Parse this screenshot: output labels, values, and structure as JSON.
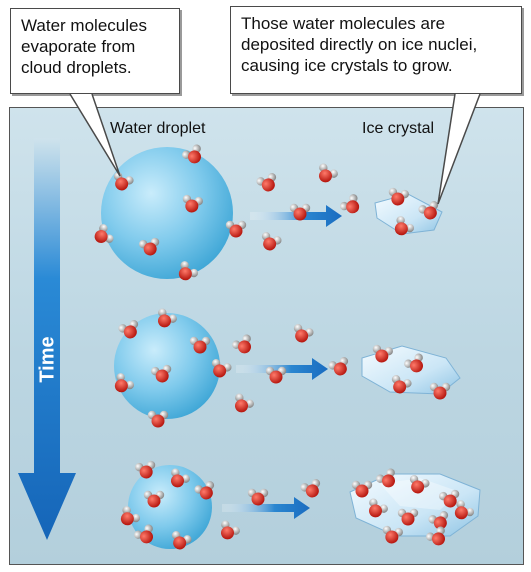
{
  "callouts": {
    "left": [
      "Water molecules",
      "evaporate from",
      "cloud droplets."
    ],
    "right": [
      "Those water molecules are",
      "deposited directly on ice nuclei,",
      "causing ice crystals to grow."
    ]
  },
  "labels": {
    "droplet": "Water droplet",
    "ice": "Ice crystal",
    "time": "Time"
  },
  "colors": {
    "background": "#c4dbe6",
    "droplet": "#6ec3e6",
    "arrow": "#1e78c8",
    "oxygen": "#d42a1e",
    "hydrogen": "#c8c8c8",
    "ice": "#dff0fa"
  },
  "stages": [
    {
      "droplet_size": "large",
      "ice_size": "small"
    },
    {
      "droplet_size": "medium",
      "ice_size": "medium"
    },
    {
      "droplet_size": "small",
      "ice_size": "large"
    }
  ]
}
